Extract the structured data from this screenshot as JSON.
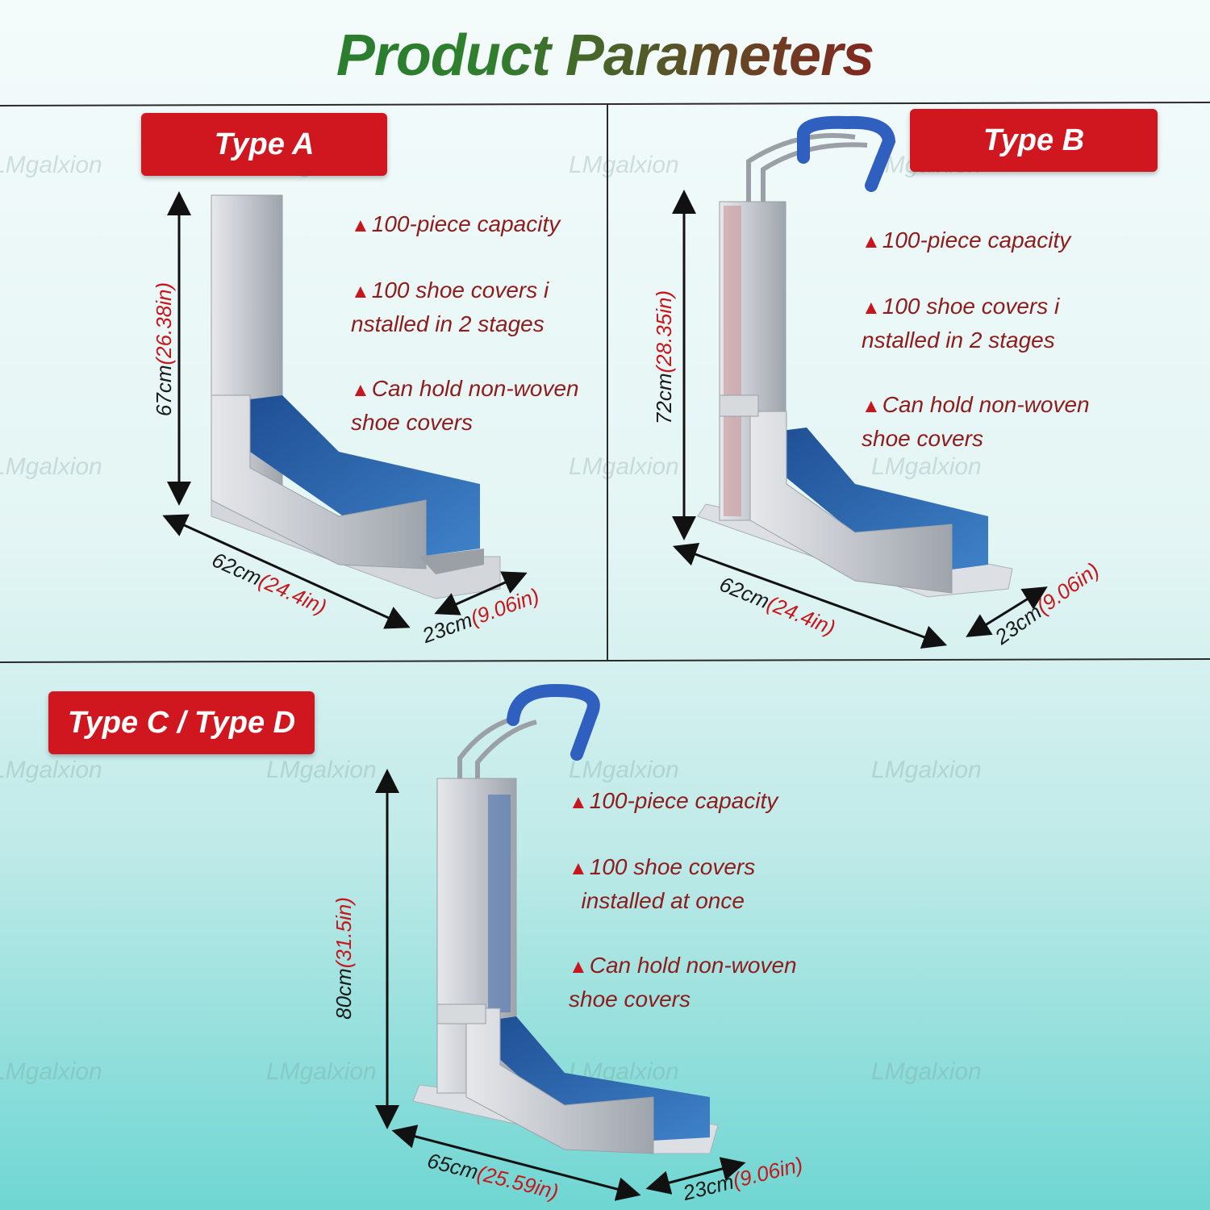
{
  "title": "Product Parameters",
  "watermark": "LMgalxion",
  "panels": [
    {
      "type": "Type A",
      "features": [
        "100-piece capacity",
        "100 shoe covers i\nnstalled in 2 stages",
        "Can hold non-woven\nshoe covers"
      ],
      "height": {
        "cm": "67cm",
        "in": "(26.38in)"
      },
      "length": {
        "cm": "62cm",
        "in": "(24.4in)"
      },
      "width": {
        "cm": "23cm",
        "in": "(9.06in)"
      }
    },
    {
      "type": "Type B",
      "features": [
        "100-piece capacity",
        "100 shoe covers i\nnstalled in 2 stages",
        "Can hold non-woven\nshoe covers"
      ],
      "height": {
        "cm": "72cm",
        "in": "(28.35in)"
      },
      "length": {
        "cm": "62cm",
        "in": "(24.4in)"
      },
      "width": {
        "cm": "23cm",
        "in": "(9.06in)"
      }
    },
    {
      "type": "Type C / Type D",
      "features": [
        "100-piece capacity",
        "100 shoe covers\n  installed at once",
        "Can hold non-woven\nshoe covers"
      ],
      "height": {
        "cm": "80cm",
        "in": "(31.5in)"
      },
      "length": {
        "cm": "65cm",
        "in": "(25.59in)"
      },
      "width": {
        "cm": "23cm",
        "in": "(9.06in)"
      }
    }
  ],
  "colors": {
    "accent": "#d0161f",
    "title_green": "#1d7a2a",
    "title_red": "#b71c1c",
    "handle": "#2f5fbf",
    "cover": "#2f6fb5",
    "metal": "#c9ccd1"
  }
}
